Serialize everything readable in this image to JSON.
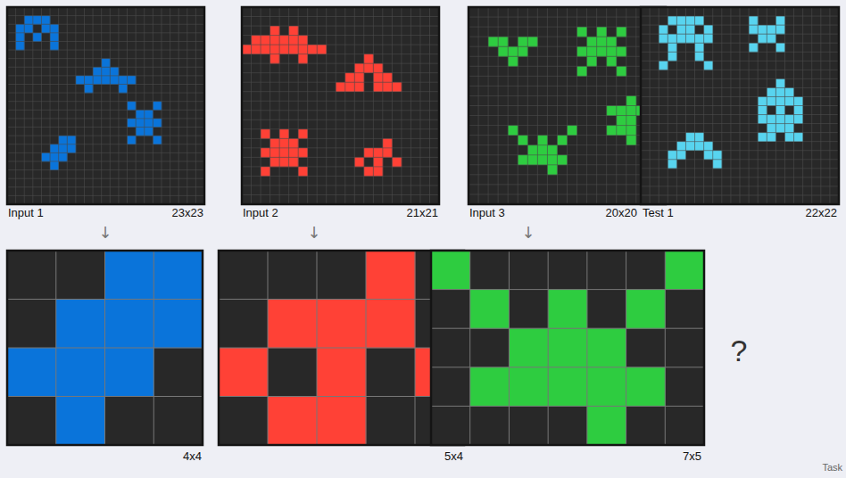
{
  "diagram": {
    "labels": [
      "Input 1",
      "23x23",
      "Input 2",
      "21x21",
      "Input 3",
      "20x20",
      "Test 1",
      "22x22",
      "↓",
      "↓",
      "↓",
      "4x4",
      "5x4",
      "7x5",
      "?",
      "Task"
    ]
  }
}
